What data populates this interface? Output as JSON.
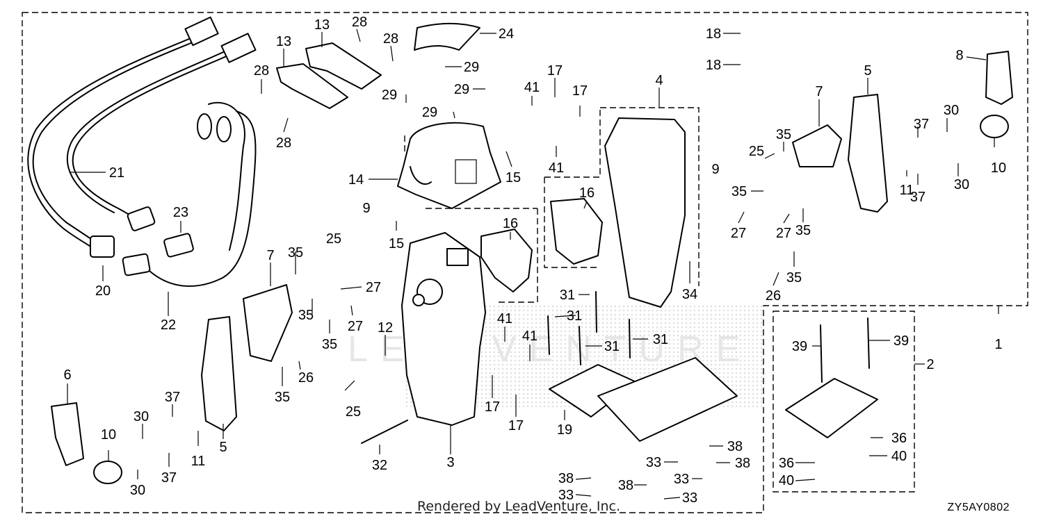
{
  "diagram": {
    "footer": "Rendered by LeadVenture, Inc.",
    "figure_code": "ZY5AY0802",
    "watermark": "LEADVENTURE",
    "callouts": [
      {
        "id": "c1",
        "text": "1"
      },
      {
        "id": "c2",
        "text": "2"
      },
      {
        "id": "c3",
        "text": "3"
      },
      {
        "id": "c4",
        "text": "4"
      },
      {
        "id": "c5a",
        "text": "5"
      },
      {
        "id": "c5b",
        "text": "5"
      },
      {
        "id": "c6",
        "text": "6"
      },
      {
        "id": "c7a",
        "text": "7"
      },
      {
        "id": "c7b",
        "text": "7"
      },
      {
        "id": "c8",
        "text": "8"
      },
      {
        "id": "c9a",
        "text": "9"
      },
      {
        "id": "c9b",
        "text": "9"
      },
      {
        "id": "c10a",
        "text": "10"
      },
      {
        "id": "c10b",
        "text": "10"
      },
      {
        "id": "c11a",
        "text": "11"
      },
      {
        "id": "c11b",
        "text": "11"
      },
      {
        "id": "c12",
        "text": "12"
      },
      {
        "id": "c13a",
        "text": "13"
      },
      {
        "id": "c13b",
        "text": "13"
      },
      {
        "id": "c14",
        "text": "14"
      },
      {
        "id": "c15a",
        "text": "15"
      },
      {
        "id": "c15b",
        "text": "15"
      },
      {
        "id": "c16a",
        "text": "16"
      },
      {
        "id": "c16b",
        "text": "16"
      },
      {
        "id": "c17a",
        "text": "17"
      },
      {
        "id": "c17b",
        "text": "17"
      },
      {
        "id": "c17c",
        "text": "17"
      },
      {
        "id": "c17d",
        "text": "17"
      },
      {
        "id": "c18a",
        "text": "18"
      },
      {
        "id": "c18b",
        "text": "18"
      },
      {
        "id": "c19",
        "text": "19"
      },
      {
        "id": "c20",
        "text": "20"
      },
      {
        "id": "c21",
        "text": "21"
      },
      {
        "id": "c22",
        "text": "22"
      },
      {
        "id": "c23",
        "text": "23"
      },
      {
        "id": "c24",
        "text": "24"
      },
      {
        "id": "c25a",
        "text": "25"
      },
      {
        "id": "c25b",
        "text": "25"
      },
      {
        "id": "c25c",
        "text": "25"
      },
      {
        "id": "c26a",
        "text": "26"
      },
      {
        "id": "c26b",
        "text": "26"
      },
      {
        "id": "c27a",
        "text": "27"
      },
      {
        "id": "c27b",
        "text": "27"
      },
      {
        "id": "c27c",
        "text": "27"
      },
      {
        "id": "c27d",
        "text": "27"
      },
      {
        "id": "c28a",
        "text": "28"
      },
      {
        "id": "c28b",
        "text": "28"
      },
      {
        "id": "c28c",
        "text": "28"
      },
      {
        "id": "c28d",
        "text": "28"
      },
      {
        "id": "c29a",
        "text": "29"
      },
      {
        "id": "c29b",
        "text": "29"
      },
      {
        "id": "c29c",
        "text": "29"
      },
      {
        "id": "c29d",
        "text": "29"
      },
      {
        "id": "c30a",
        "text": "30"
      },
      {
        "id": "c30b",
        "text": "30"
      },
      {
        "id": "c30c",
        "text": "30"
      },
      {
        "id": "c30d",
        "text": "30"
      },
      {
        "id": "c31a",
        "text": "31"
      },
      {
        "id": "c31b",
        "text": "31"
      },
      {
        "id": "c31c",
        "text": "31"
      },
      {
        "id": "c31d",
        "text": "31"
      },
      {
        "id": "c32",
        "text": "32"
      },
      {
        "id": "c33a",
        "text": "33"
      },
      {
        "id": "c33b",
        "text": "33"
      },
      {
        "id": "c33c",
        "text": "33"
      },
      {
        "id": "c33d",
        "text": "33"
      },
      {
        "id": "c34",
        "text": "34"
      },
      {
        "id": "c35a",
        "text": "35"
      },
      {
        "id": "c35b",
        "text": "35"
      },
      {
        "id": "c35c",
        "text": "35"
      },
      {
        "id": "c35d",
        "text": "35"
      },
      {
        "id": "c35e",
        "text": "35"
      },
      {
        "id": "c35f",
        "text": "35"
      },
      {
        "id": "c35g",
        "text": "35"
      },
      {
        "id": "c35h",
        "text": "35"
      },
      {
        "id": "c36a",
        "text": "36"
      },
      {
        "id": "c36b",
        "text": "36"
      },
      {
        "id": "c37a",
        "text": "37"
      },
      {
        "id": "c37b",
        "text": "37"
      },
      {
        "id": "c37c",
        "text": "37"
      },
      {
        "id": "c37d",
        "text": "37"
      },
      {
        "id": "c38a",
        "text": "38"
      },
      {
        "id": "c38b",
        "text": "38"
      },
      {
        "id": "c38c",
        "text": "38"
      },
      {
        "id": "c38d",
        "text": "38"
      },
      {
        "id": "c39a",
        "text": "39"
      },
      {
        "id": "c39b",
        "text": "39"
      },
      {
        "id": "c40a",
        "text": "40"
      },
      {
        "id": "c40b",
        "text": "40"
      },
      {
        "id": "c41a",
        "text": "41"
      },
      {
        "id": "c41b",
        "text": "41"
      },
      {
        "id": "c41c",
        "text": "41"
      },
      {
        "id": "c41d",
        "text": "41"
      }
    ]
  }
}
